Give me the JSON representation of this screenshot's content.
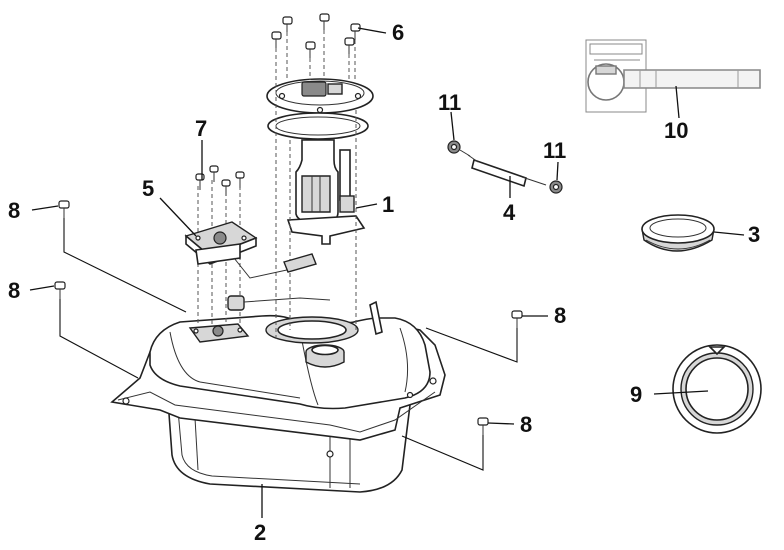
{
  "callouts": [
    {
      "id": "c1",
      "label": "1"
    },
    {
      "id": "c2",
      "label": "2"
    },
    {
      "id": "c3",
      "label": "3"
    },
    {
      "id": "c4",
      "label": "4"
    },
    {
      "id": "c5",
      "label": "5"
    },
    {
      "id": "c6",
      "label": "6"
    },
    {
      "id": "c7",
      "label": "7"
    },
    {
      "id": "c8a",
      "label": "8"
    },
    {
      "id": "c8b",
      "label": "8"
    },
    {
      "id": "c8c",
      "label": "8"
    },
    {
      "id": "c8d",
      "label": "8"
    },
    {
      "id": "c9",
      "label": "9"
    },
    {
      "id": "c10",
      "label": "10"
    },
    {
      "id": "c11a",
      "label": "11"
    },
    {
      "id": "c11b",
      "label": "11"
    }
  ],
  "colors": {
    "line": "#222222",
    "shade": "#d7d7d7",
    "dark": "#8a8a8a",
    "background": "#ffffff"
  },
  "icons": [
    "fuel-pump-icon",
    "fuel-tank-icon",
    "filler-cap-icon",
    "fuel-hose-icon",
    "fuel-sender-icon",
    "screw-icon",
    "gasket-ring-icon",
    "label-sticker-icon",
    "hose-clamp-icon"
  ]
}
